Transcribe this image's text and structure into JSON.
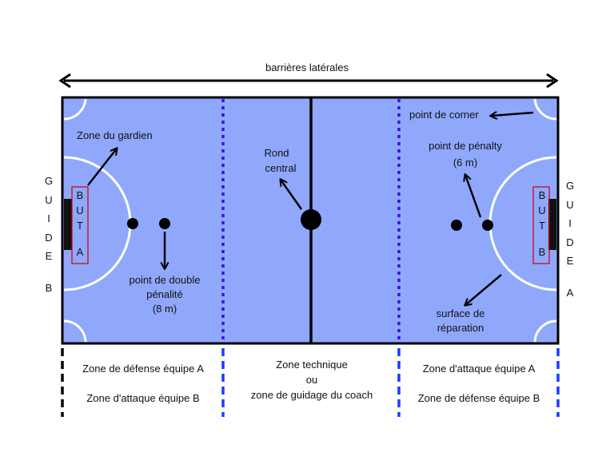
{
  "title": "barrières latérales",
  "labels": {
    "goalkeeper_zone": "Zone du gardien",
    "center_circle_1": "Rond",
    "center_circle_2": "central",
    "corner_point": "point de corner",
    "penalty_point_1": "point de pénalty",
    "penalty_point_2": "(6 m)",
    "double_penalty_1": "point de double",
    "double_penalty_2": "pénalité",
    "double_penalty_3": "(8 m)",
    "repair_area_1": "surface de",
    "repair_area_2": "réparation"
  },
  "goal_left": {
    "letters": [
      "B",
      "U",
      "T"
    ],
    "team": "A"
  },
  "goal_right": {
    "letters": [
      "B",
      "U",
      "T"
    ],
    "team": "B"
  },
  "guide_left": {
    "letters": [
      "G",
      "U",
      "I",
      "D",
      "E"
    ],
    "team": "B"
  },
  "guide_right": {
    "letters": [
      "G",
      "U",
      "I",
      "D",
      "E"
    ],
    "team": "A"
  },
  "zones": {
    "left_1": "Zone de défense équipe A",
    "left_2": "Zone d'attaque équipe B",
    "center_1": "Zone technique",
    "center_2": "ou",
    "center_3": "zone de guidage du coach",
    "right_1": "Zone d'attaque équipe A",
    "right_2": "Zone de défense équipe B"
  },
  "colors": {
    "field": "#8fa8fc",
    "lines": "#ffffff",
    "border": "#000000",
    "dotted_lines": "#3311ee",
    "dashed_blue": "#1a3cff",
    "goal_box": "#cc0000"
  }
}
